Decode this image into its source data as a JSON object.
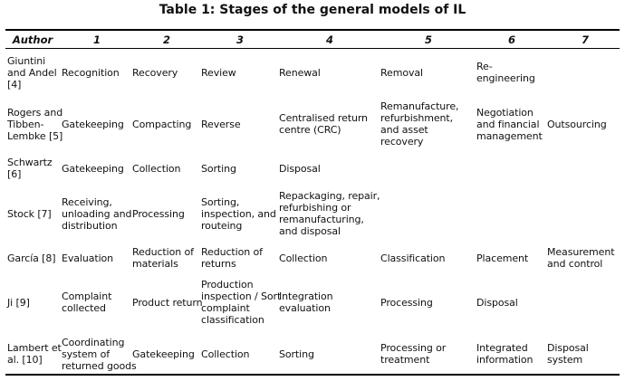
{
  "caption": "Table 1: Stages of the general models of IL",
  "header": [
    "Author",
    "1",
    "2",
    "3",
    "4",
    "5",
    "6",
    "7"
  ],
  "rows": [
    [
      "Giuntini\nand Andel\n[4]",
      "Recognition",
      "Recovery",
      "Review",
      "Renewal",
      "Removal",
      "Re-\nengineering",
      ""
    ],
    [
      "Rogers and\nTibben-\nLembke [5]",
      "Gatekeeping",
      "Compacting",
      "Reverse",
      "Centralised return\ncentre (CRC)",
      "Remanufacture,\nrefurbishment,\nand asset\nrecovery",
      "Negotiation\nand financial\nmanagement",
      "Outsourcing"
    ],
    [
      "Schwartz\n[6]",
      "Gatekeeping",
      "Collection",
      "Sorting",
      "Disposal",
      "",
      "",
      ""
    ],
    [
      "Stock [7]",
      "Receiving,\nunloading and\ndistribution",
      "Processing",
      "Sorting,\ninspection, and\nrouteing",
      "Repackaging, repair,\nrefurbishing or\nremanufacturing,\nand disposal",
      "",
      "",
      ""
    ],
    [
      "García [8]",
      "Evaluation",
      "Reduction of\nmaterials",
      "Reduction of\nreturns",
      "Collection",
      "Classification",
      "Placement",
      "Measurement\nand control"
    ],
    [
      "Ji [9]",
      "Complaint\ncollected",
      "Product return",
      "Production\ninspection / Sort\ncomplaint\nclassification",
      "Integration\nevaluation",
      "Processing",
      "Disposal",
      ""
    ],
    [
      "Lambert et\nal. [10]",
      "Coordinating\nsystem of\nreturned goods",
      "Gatekeeping",
      "Collection",
      "Sorting",
      "Processing or\ntreatment",
      "Integrated\ninformation",
      "Disposal\nsystem"
    ]
  ]
}
